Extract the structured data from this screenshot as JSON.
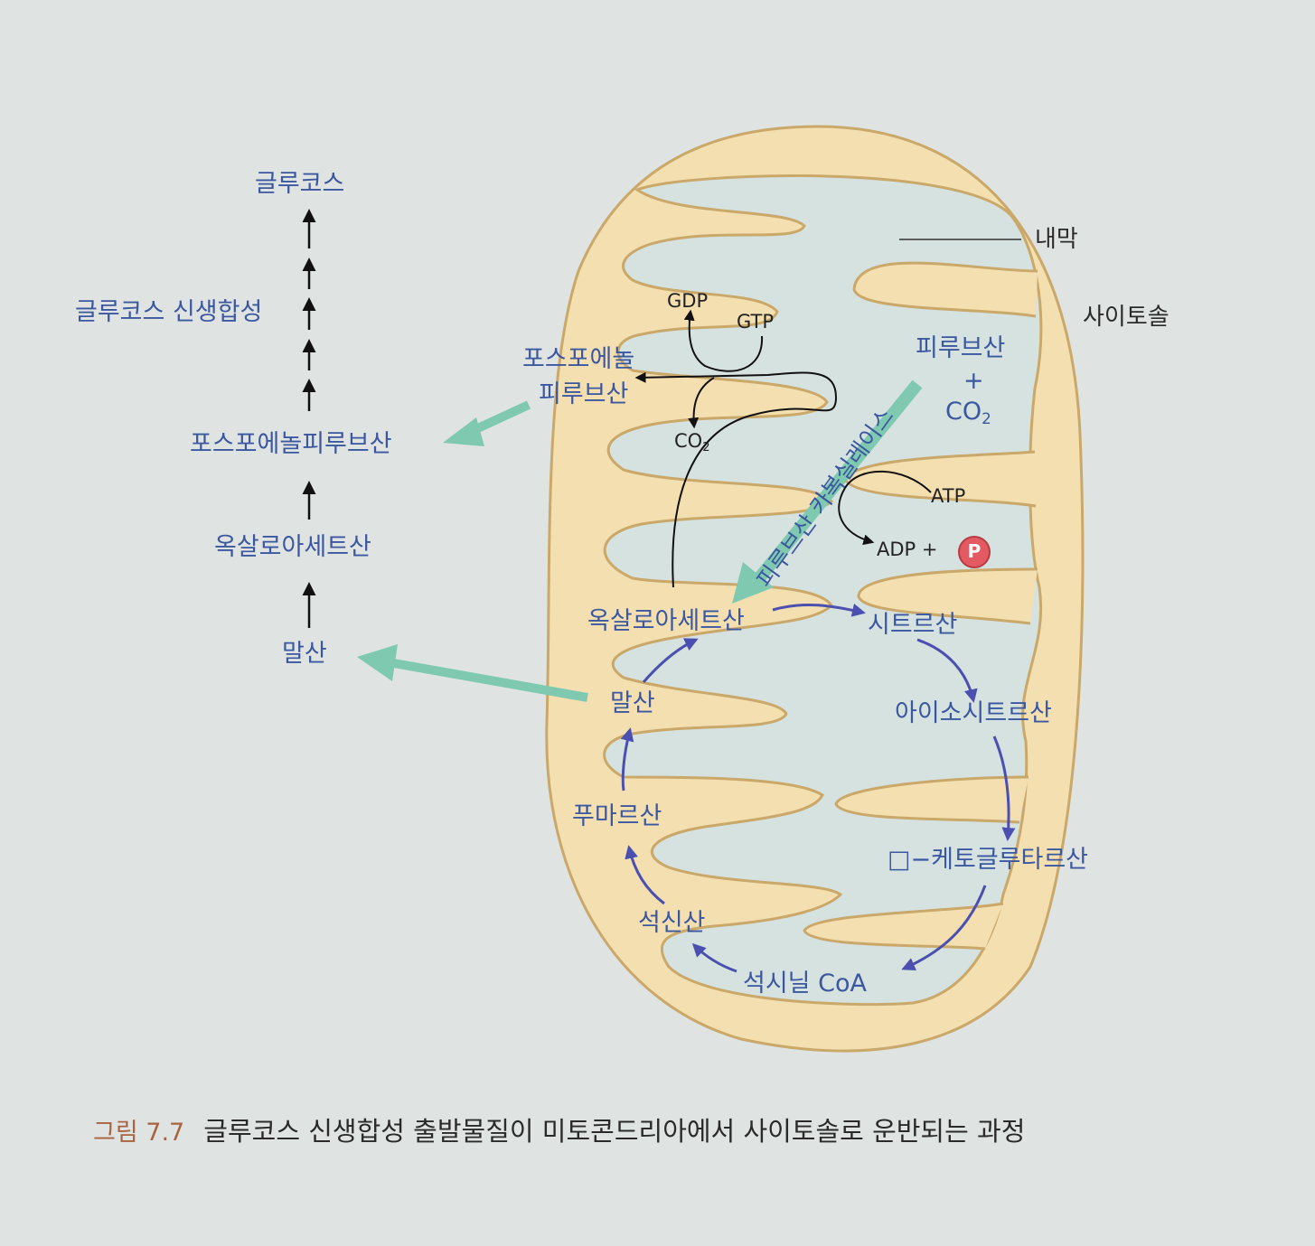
{
  "labels": {
    "glucose": "글루코스",
    "gluconeogenesis": "글루코스 신생합성",
    "pep_left": "포스포에놀피루브산",
    "oaa_left": "옥살로아세트산",
    "malate_left": "말산",
    "pep_inner_line1": "포스포에놀",
    "pep_inner_line2": "피루브산",
    "gdp": "GDP",
    "gtp": "GTP",
    "co2_inner": "CO",
    "co2_sub": "2",
    "pyruvate": "피루브산",
    "plus": "+",
    "co2_right": "CO",
    "co2_right_sub": "2",
    "enzyme": "피루브산 카복실레이스",
    "atp": "ATP",
    "adp": "ADP +",
    "phosphate": "P",
    "inner_membrane": "내막",
    "cytosol": "사이토솔",
    "oaa_inner": "옥살로아세트산",
    "citrate": "시트르산",
    "isocitrate": "아이소시트르산",
    "ketoglutarate": "□−케토글루타르산",
    "succinyl_coa": "석시닐 CoA",
    "succinate": "석신산",
    "fumarate": "푸마르산",
    "malate_inner": "말산"
  },
  "caption": {
    "number": "그림 7.7",
    "text": "글루코스 신생합성 출발물질이 미토콘드리아에서 사이토솔로 운반되는 과정"
  },
  "colors": {
    "mito_fill": "#f4dfb0",
    "mito_stroke": "#c9a86a",
    "matrix_fill": "#d6e2df",
    "green_arrow": "#7fc9b0",
    "blue_arrow": "#4a4fb0",
    "label_blue": "#3b57a0"
  }
}
